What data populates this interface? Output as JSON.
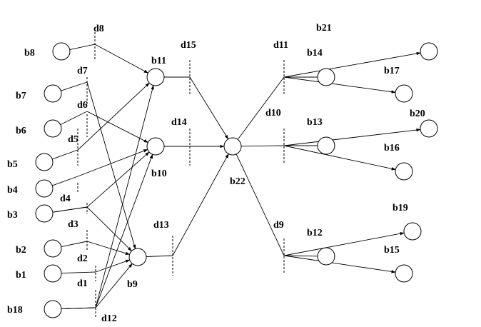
{
  "nodes": [
    {
      "id": "b8",
      "label": "b8"
    },
    {
      "id": "b7",
      "label": "b7"
    },
    {
      "id": "b6",
      "label": "b6"
    },
    {
      "id": "b5",
      "label": "b5"
    },
    {
      "id": "b4",
      "label": "b4"
    },
    {
      "id": "b3",
      "label": "b3"
    },
    {
      "id": "b2",
      "label": "b2"
    },
    {
      "id": "b1",
      "label": "b1"
    },
    {
      "id": "b18",
      "label": "b18"
    },
    {
      "id": "b11",
      "label": "b11"
    },
    {
      "id": "b10",
      "label": "b10"
    },
    {
      "id": "b9",
      "label": "b9"
    },
    {
      "id": "b22",
      "label": "b22"
    },
    {
      "id": "b14",
      "label": "b14"
    },
    {
      "id": "b13",
      "label": "b13"
    },
    {
      "id": "b12",
      "label": "b12"
    },
    {
      "id": "b17",
      "label": "b17"
    },
    {
      "id": "b16",
      "label": "b16"
    },
    {
      "id": "b15",
      "label": "b15"
    },
    {
      "id": "b21",
      "label": "b21"
    },
    {
      "id": "b20",
      "label": "b20"
    },
    {
      "id": "b19",
      "label": "b19"
    }
  ],
  "delays": [
    {
      "id": "d8",
      "label": "d8"
    },
    {
      "id": "d7",
      "label": "d7"
    },
    {
      "id": "d6",
      "label": "d6"
    },
    {
      "id": "d5",
      "label": "d5"
    },
    {
      "id": "d4",
      "label": "d4"
    },
    {
      "id": "d3",
      "label": "d3"
    },
    {
      "id": "d2",
      "label": "d2"
    },
    {
      "id": "d1",
      "label": "d1"
    },
    {
      "id": "d12",
      "label": "d12"
    },
    {
      "id": "d15",
      "label": "d15"
    },
    {
      "id": "d14",
      "label": "d14"
    },
    {
      "id": "d13",
      "label": "d13"
    },
    {
      "id": "d11",
      "label": "d11"
    },
    {
      "id": "d10",
      "label": "d10"
    },
    {
      "id": "d9",
      "label": "d9"
    }
  ],
  "edges": [
    {
      "from": "b8",
      "via": "d8",
      "to": "b11"
    },
    {
      "from": "b7",
      "via": "d7",
      "to": "b9"
    },
    {
      "from": "b6",
      "via": "d6",
      "to": "b10"
    },
    {
      "from": "b5",
      "via": "d5",
      "to": "b11"
    },
    {
      "from": "b4",
      "via": "d4",
      "to": "b10"
    },
    {
      "from": "b3",
      "via": "d3",
      "to": "b10"
    },
    {
      "from": "b3",
      "via": "d3",
      "to": "b9"
    },
    {
      "from": "b2",
      "via": "d2",
      "to": "b9"
    },
    {
      "from": "b1",
      "via": "d1",
      "to": "b9"
    },
    {
      "from": "b18",
      "via": "d12",
      "to": "b11"
    },
    {
      "from": "b18",
      "via": "d12",
      "to": "b10"
    },
    {
      "from": "b18",
      "via": "d12",
      "to": "b9"
    },
    {
      "from": "b11",
      "via": "d15",
      "to": "b22"
    },
    {
      "from": "b10",
      "via": "d14",
      "to": "b22"
    },
    {
      "from": "b9",
      "via": "d13",
      "to": "b22"
    },
    {
      "from": "b22",
      "via": "d11",
      "to": "b21"
    },
    {
      "from": "b22",
      "via": "d10",
      "to": "b20"
    },
    {
      "from": "b22",
      "via": "d9",
      "to": "b19"
    },
    {
      "from": "b14",
      "via": "d11",
      "to": "b17"
    },
    {
      "from": "b13",
      "via": "d10",
      "to": "b16"
    },
    {
      "from": "b12",
      "via": "d9",
      "to": "b15"
    }
  ]
}
